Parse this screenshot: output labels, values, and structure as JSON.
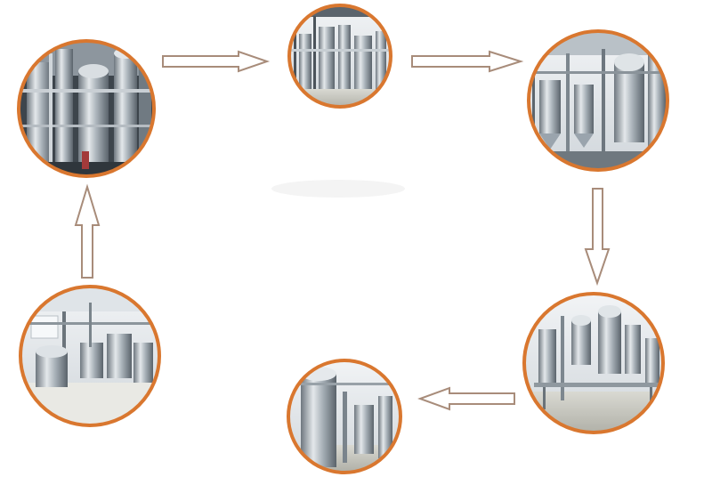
{
  "diagram": {
    "colors": {
      "ring": "#d9772f",
      "arrow_stroke": "#a88c7a",
      "background": "#ffffff",
      "steel_light": "#d7dde2",
      "steel_mid": "#9aa4ad",
      "steel_dark": "#4a535b",
      "floor": "#c9c9c2",
      "wall": "#e8ecef"
    },
    "nodes": [
      {
        "id": "equipment-photo-1",
        "scene": "tall-tanks-pipes"
      },
      {
        "id": "equipment-photo-2",
        "scene": "evaporator-hall"
      },
      {
        "id": "equipment-photo-3",
        "scene": "multi-effect-evaporator"
      },
      {
        "id": "equipment-photo-4",
        "scene": "extraction-skid"
      },
      {
        "id": "equipment-photo-5",
        "scene": "concentrator-column"
      },
      {
        "id": "equipment-photo-6",
        "scene": "extraction-tank-workshop"
      }
    ],
    "arrows": [
      {
        "id": "arrow-1-to-2",
        "direction": "right"
      },
      {
        "id": "arrow-2-to-3",
        "direction": "right"
      },
      {
        "id": "arrow-3-to-4",
        "direction": "down"
      },
      {
        "id": "arrow-4-to-5",
        "direction": "left"
      },
      {
        "id": "arrow-6-to-1",
        "direction": "up"
      }
    ]
  }
}
